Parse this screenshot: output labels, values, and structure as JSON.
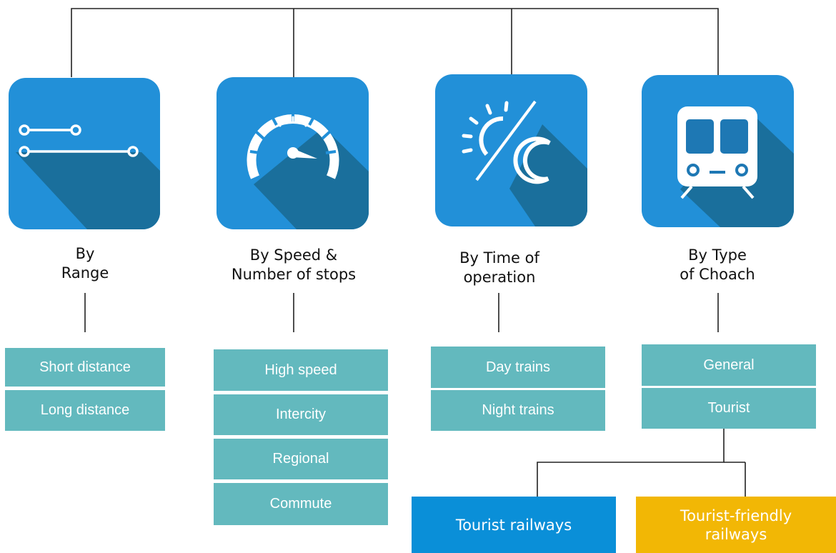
{
  "colors": {
    "tile_blue": "#2290d8",
    "tile_shadow": "#1a6f9c",
    "box_teal": "#63b9be",
    "tourist_railways": "#0a8fd8",
    "tourist_friendly": "#f2b705",
    "line": "#222222"
  },
  "categories": [
    {
      "icon": "route-lines-icon",
      "label_lines": [
        "By",
        "Range"
      ],
      "items": [
        "Short distance",
        "Long distance"
      ]
    },
    {
      "icon": "speedometer-icon",
      "label_lines": [
        "By Speed &",
        "Number of stops"
      ],
      "items": [
        "High speed",
        "Intercity",
        "Regional",
        "Commute"
      ]
    },
    {
      "icon": "day-night-icon",
      "label_lines": [
        "By Time of",
        "operation"
      ],
      "items": [
        "Day trains",
        "Night trains"
      ]
    },
    {
      "icon": "train-front-icon",
      "label_lines": [
        "By Type",
        "of Choach"
      ],
      "items": [
        "General",
        "Tourist"
      ]
    }
  ],
  "tourist_subtypes": {
    "railways": "Tourist railways",
    "friendly_lines": [
      "Tourist-friendly",
      "railways"
    ]
  }
}
